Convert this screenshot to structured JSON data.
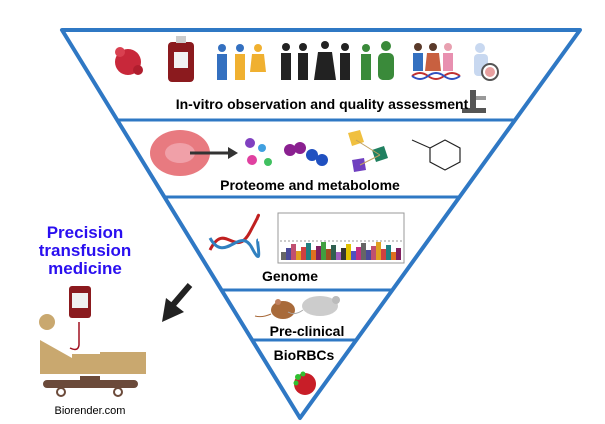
{
  "diagram": {
    "levels": [
      {
        "label": "In-vitro observation and quality assessment"
      },
      {
        "label": "Proteome and metabolome"
      },
      {
        "label": "Genome"
      },
      {
        "label": "Pre-clinical"
      },
      {
        "label": "BioRBCs"
      }
    ],
    "outcome": {
      "line1": "Precision",
      "line2": "transfusion",
      "line3": "medicine"
    },
    "credit": "Biorender.com",
    "colors": {
      "triangle_stroke": "#2f78c4",
      "outcome_text": "#2a0ff0",
      "arrow": "#222222"
    }
  }
}
